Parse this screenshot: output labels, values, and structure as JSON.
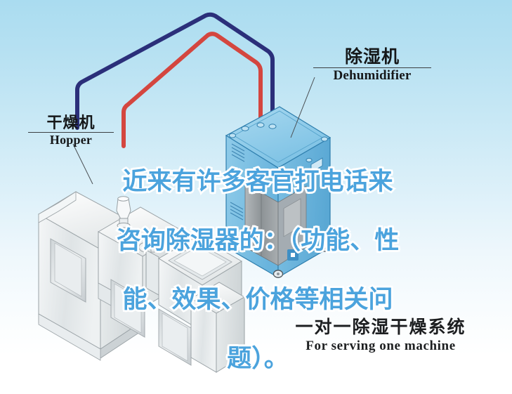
{
  "page": {
    "background_top_color": "#aadcf0",
    "background_bottom_color": "#ffffff"
  },
  "diagram": {
    "title_cn": "一对一除湿干燥系统",
    "title_en": "For serving one machine",
    "pipes": [
      {
        "name": "return-air-pipe",
        "color": "#2b2f7a"
      },
      {
        "name": "hot-dry-air-pipe",
        "color": "#d4463f"
      }
    ],
    "labels": [
      {
        "id": "dehumidifier",
        "cn": "除湿机",
        "en": "Dehumidifier",
        "leader": true
      },
      {
        "id": "hopper",
        "cn": "干燥机",
        "en": "Hopper",
        "leader": true
      }
    ],
    "equipment": [
      {
        "name": "dehumidifier-unit",
        "body_color": "#8ecbe8",
        "panel_color": "#9aa0a4"
      },
      {
        "name": "hopper-dryer-unit",
        "body_color": "#eef1f2"
      }
    ]
  },
  "overlay": {
    "color": "#4ba3dd",
    "outline_color": "#ffffff",
    "lines": [
      "近来有许多客官打电话来",
      "咨询除湿器的：（功能、性",
      "能、效果、价格等相关问",
      "题）。"
    ]
  }
}
